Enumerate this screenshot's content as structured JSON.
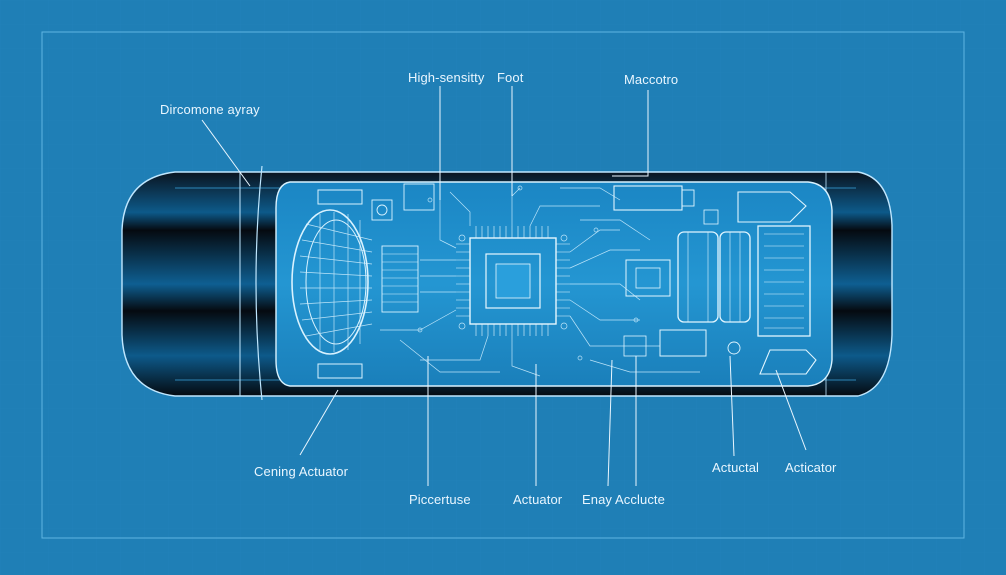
{
  "labels": {
    "dircomone_ayray": "Dircomone ayray",
    "high_sensitty": "High-sensitty",
    "foot": "Foot",
    "maccotro": "Maccotro",
    "cening_actuator": "Cening Actuator",
    "piccertuse": "Piccertuse",
    "actuator": "Actuator",
    "enay_acclucte": "Enay Acclucte",
    "actuctal": "Actuctal",
    "acticator": "Acticator"
  },
  "colors": {
    "background": "#1f7fb6",
    "line": "#cfeeff",
    "shell_dark": "#050a10",
    "shell_band": "#0d4f7a",
    "inner_panel": "#1b86c4"
  }
}
